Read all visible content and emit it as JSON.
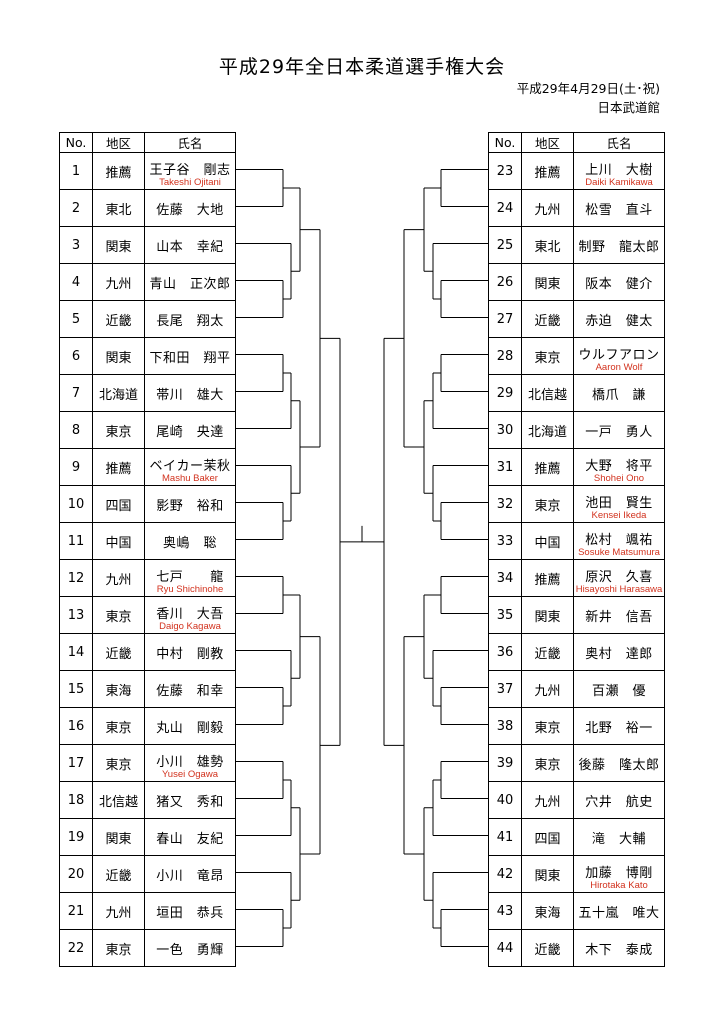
{
  "header": {
    "title": "平成29年全日本柔道選手権大会",
    "date": "平成29年4月29日(土･祝)",
    "venue": "日本武道館"
  },
  "columns": {
    "no": "No.",
    "region": "地区",
    "name": "氏名"
  },
  "left": [
    {
      "no": "1",
      "region": "推薦",
      "name": "王子谷　剛志",
      "romaji": "Takeshi Ojitani"
    },
    {
      "no": "2",
      "region": "東北",
      "name": "佐藤　大地",
      "romaji": ""
    },
    {
      "no": "3",
      "region": "関東",
      "name": "山本　幸紀",
      "romaji": ""
    },
    {
      "no": "4",
      "region": "九州",
      "name": "青山　正次郎",
      "romaji": ""
    },
    {
      "no": "5",
      "region": "近畿",
      "name": "長尾　翔太",
      "romaji": ""
    },
    {
      "no": "6",
      "region": "関東",
      "name": "下和田　翔平",
      "romaji": ""
    },
    {
      "no": "7",
      "region": "北海道",
      "name": "帯川　雄大",
      "romaji": ""
    },
    {
      "no": "8",
      "region": "東京",
      "name": "尾崎　央達",
      "romaji": ""
    },
    {
      "no": "9",
      "region": "推薦",
      "name": "ベイカー茉秋",
      "romaji": "Mashu Baker"
    },
    {
      "no": "10",
      "region": "四国",
      "name": "影野　裕和",
      "romaji": ""
    },
    {
      "no": "11",
      "region": "中国",
      "name": "奥嶋　聡",
      "romaji": ""
    },
    {
      "no": "12",
      "region": "九州",
      "name": "七戸　　龍",
      "romaji": "Ryu Shichinohe"
    },
    {
      "no": "13",
      "region": "東京",
      "name": "香川　大吾",
      "romaji": "Daigo Kagawa"
    },
    {
      "no": "14",
      "region": "近畿",
      "name": "中村　剛教",
      "romaji": ""
    },
    {
      "no": "15",
      "region": "東海",
      "name": "佐藤　和幸",
      "romaji": ""
    },
    {
      "no": "16",
      "region": "東京",
      "name": "丸山　剛毅",
      "romaji": ""
    },
    {
      "no": "17",
      "region": "東京",
      "name": "小川　雄勢",
      "romaji": "Yusei Ogawa"
    },
    {
      "no": "18",
      "region": "北信越",
      "name": "猪又　秀和",
      "romaji": ""
    },
    {
      "no": "19",
      "region": "関東",
      "name": "春山　友紀",
      "romaji": ""
    },
    {
      "no": "20",
      "region": "近畿",
      "name": "小川　竜昂",
      "romaji": ""
    },
    {
      "no": "21",
      "region": "九州",
      "name": "垣田　恭兵",
      "romaji": ""
    },
    {
      "no": "22",
      "region": "東京",
      "name": "一色　勇輝",
      "romaji": ""
    }
  ],
  "right": [
    {
      "no": "23",
      "region": "推薦",
      "name": "上川　大樹",
      "romaji": "Daiki Kamikawa"
    },
    {
      "no": "24",
      "region": "九州",
      "name": "松雪　直斗",
      "romaji": ""
    },
    {
      "no": "25",
      "region": "東北",
      "name": "制野　龍太郎",
      "romaji": ""
    },
    {
      "no": "26",
      "region": "関東",
      "name": "阪本　健介",
      "romaji": ""
    },
    {
      "no": "27",
      "region": "近畿",
      "name": "赤迫　健太",
      "romaji": ""
    },
    {
      "no": "28",
      "region": "東京",
      "name": "ウルフアロン",
      "romaji": "Aaron Wolf"
    },
    {
      "no": "29",
      "region": "北信越",
      "name": "橋爪　謙",
      "romaji": ""
    },
    {
      "no": "30",
      "region": "北海道",
      "name": "一戸　勇人",
      "romaji": ""
    },
    {
      "no": "31",
      "region": "推薦",
      "name": "大野　将平",
      "romaji": "Shohei Ono"
    },
    {
      "no": "32",
      "region": "東京",
      "name": "池田　賢生",
      "romaji": "Kensei Ikeda"
    },
    {
      "no": "33",
      "region": "中国",
      "name": "松村　颯祐",
      "romaji": "Sosuke Matsumura"
    },
    {
      "no": "34",
      "region": "推薦",
      "name": "原沢　久喜",
      "romaji": "Hisayoshi Harasawa"
    },
    {
      "no": "35",
      "region": "関東",
      "name": "新井　信吾",
      "romaji": ""
    },
    {
      "no": "36",
      "region": "近畿",
      "name": "奥村　達郎",
      "romaji": ""
    },
    {
      "no": "37",
      "region": "九州",
      "name": "百瀬　優",
      "romaji": ""
    },
    {
      "no": "38",
      "region": "東京",
      "name": "北野　裕一",
      "romaji": ""
    },
    {
      "no": "39",
      "region": "東京",
      "name": "後藤　隆太郎",
      "romaji": ""
    },
    {
      "no": "40",
      "region": "九州",
      "name": "穴井　航史",
      "romaji": ""
    },
    {
      "no": "41",
      "region": "四国",
      "name": "滝　大輔",
      "romaji": ""
    },
    {
      "no": "42",
      "region": "関東",
      "name": "加藤　博剛",
      "romaji": "Hirotaka Kato"
    },
    {
      "no": "43",
      "region": "東海",
      "name": "五十嵐　唯大",
      "romaji": ""
    },
    {
      "no": "44",
      "region": "近畿",
      "name": "木下　泰成",
      "romaji": ""
    }
  ]
}
